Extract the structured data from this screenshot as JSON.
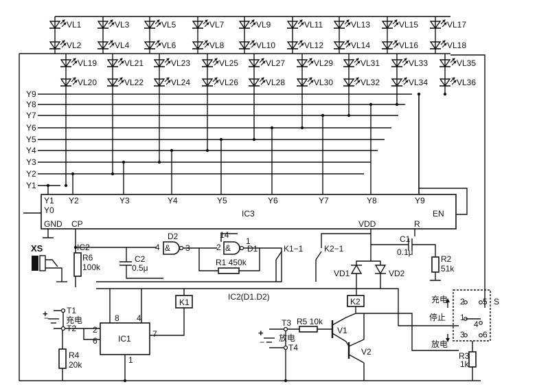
{
  "led_labels": [
    "VL1",
    "VL2",
    "VL3",
    "VL4",
    "VL5",
    "VL6",
    "VL7",
    "VL8",
    "VL9",
    "VL10",
    "VL11",
    "VL12",
    "VL13",
    "VL14",
    "VL15",
    "VL16",
    "VL17",
    "VL18",
    "VL19",
    "VL20",
    "VL21",
    "VL22",
    "VL23",
    "VL24",
    "VL25",
    "VL26",
    "VL27",
    "VL28",
    "VL29",
    "VL30",
    "VL31",
    "VL32",
    "VL33",
    "VL34",
    "VL35",
    "VL36"
  ],
  "y_lines": [
    "Y9",
    "Y8",
    "Y7",
    "Y6",
    "Y5",
    "Y4",
    "Y3",
    "Y2",
    "Y1"
  ],
  "ic3": {
    "name": "IC3",
    "pins_top": [
      "Y1",
      "Y2",
      "Y3",
      "Y4",
      "Y5",
      "Y6",
      "Y7",
      "Y8",
      "Y9"
    ],
    "y0": "Y0",
    "en": "EN",
    "gnd": "GND",
    "cp": "CP",
    "vdd": "VDD",
    "r": "R"
  },
  "ic2": {
    "name": "IC2",
    "full": "IC2(D1.D2)",
    "d2": "D2",
    "d1": "D1",
    "pin4": "4",
    "pin3": "3",
    "pin2": "2",
    "pin14": "14",
    "pin1": "1",
    "gate_symbol": "&"
  },
  "components": {
    "xs": "XS",
    "r6": "R6",
    "r6_val": "100k",
    "c2": "C2",
    "c2_val": "0.5μ",
    "r1": "R1 450k",
    "k1_1": "K1−1",
    "k2_1": "K2−1",
    "c1": "C1",
    "c1_val": "0.1μ",
    "r2": "R2",
    "r2_val": "51k",
    "vd1": "VD1",
    "vd2": "VD2",
    "k1": "K1",
    "k2": "K2",
    "t1": "T1",
    "t2": "T2",
    "t3": "T3",
    "t4": "T4",
    "charge": "充电",
    "discharge": "放电",
    "r4": "R4",
    "r4_val": "20k",
    "ic1": "IC1",
    "ic1_pin8": "8",
    "ic1_pin4": "4",
    "ic1_pin2": "2",
    "ic1_pin6": "6",
    "ic1_pin7": "7",
    "ic1_pin1": "1",
    "r5": "R5 10k",
    "v1": "V1",
    "v2": "V2",
    "r3": "R3",
    "r3_val": "1k",
    "plus": "+",
    "minus": "−"
  },
  "switch": {
    "name": "S",
    "charge": "充电",
    "stop": "停止",
    "discharge": "放电",
    "p2": "2",
    "p5": "5",
    "p1": "1",
    "p4": "4",
    "p3": "3",
    "p6": "6"
  }
}
